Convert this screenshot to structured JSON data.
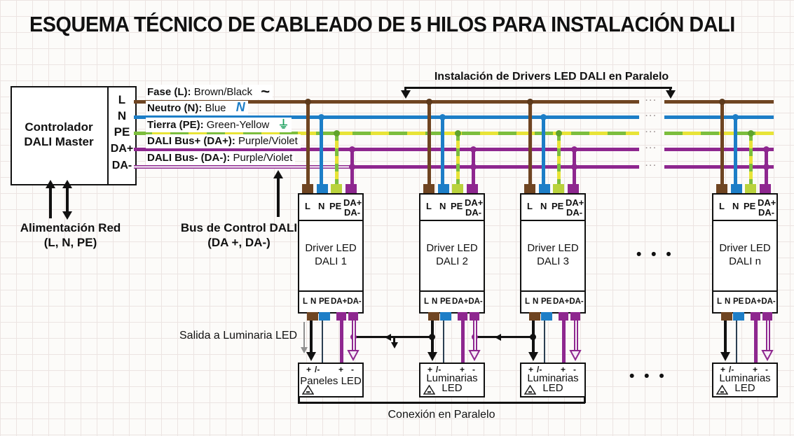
{
  "title": "ESQUEMA TÉCNICO DE CABLEADO DE 5 HILOS PARA INSTALACIÓN DALI",
  "controller": {
    "line1": "Controlador",
    "line2": "DALI Master",
    "terminals": [
      "L",
      "N",
      "PE",
      "DA+",
      "DA-"
    ]
  },
  "wire_labels": [
    {
      "bold": "Fase (L):",
      "rest": "Brown/Black",
      "symbol": "~"
    },
    {
      "bold": "Neutro (N):",
      "rest": "Blue",
      "symbol": "N"
    },
    {
      "bold": "Tierra (PE):",
      "rest": "Green-Yellow",
      "symbol": "⏚"
    },
    {
      "bold": "DALI Bus+ (DA+):",
      "rest": "Purple/Violet",
      "symbol": ""
    },
    {
      "bold": "DALI Bus- (DA-):",
      "rest": "Purple/Violet",
      "symbol": ""
    }
  ],
  "annotations": {
    "instalacion": "Instalación de Drivers LED DALI en Paralelo",
    "alimentacion1": "Alimentación Red",
    "alimentacion2": "(L, N, PE)",
    "bus_control1": "Bus de Control DALI",
    "bus_control2": "(DA +, DA-)",
    "salida": "Salida a Luminaria LED",
    "conexion": "Conexión en Paralelo",
    "dots": "• • •",
    "gap_dots": "···"
  },
  "driver_terminals": {
    "top": [
      "L",
      "N",
      "PE",
      "DA+"
    ],
    "top2": "DA-",
    "bottom": [
      "L",
      "N",
      "PE",
      "DA+DA-"
    ]
  },
  "load_terminals": [
    "+",
    "/-",
    "+",
    "-"
  ],
  "drivers": [
    {
      "line1": "Driver LED",
      "line2": "DALI 1"
    },
    {
      "line1": "Driver LED",
      "line2": "DALI 2"
    },
    {
      "line1": "Driver LED",
      "line2": "DALI 3"
    },
    {
      "line1": "Driver LED",
      "line2": "DALI n"
    }
  ],
  "loads": [
    {
      "line1": "Paneles LED",
      "line2": ""
    },
    {
      "line1": "Luminarias",
      "line2": "LED"
    },
    {
      "line1": "Luminarias",
      "line2": "LED"
    },
    {
      "line1": "Luminarias",
      "line2": "LED"
    }
  ],
  "colors": {
    "fase": "#6f4522",
    "neutro": "#1d7ec7",
    "tierra_green": "#7cbe3d",
    "tierra_yellow": "#e8e437",
    "dali_bus": "#8e278f",
    "outline": "#111111"
  }
}
